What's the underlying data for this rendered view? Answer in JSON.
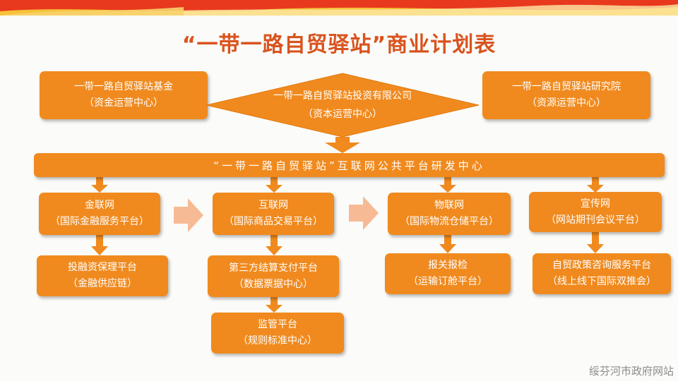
{
  "title": "“一带一路自贸驿站”商业计划表",
  "top_left": {
    "line1": "一带一路自贸驿站基金",
    "line2": "（资金运营中心）"
  },
  "top_center": {
    "line1": "一带一路自贸驿站投资有限公司",
    "line2": "（资本运营中心）"
  },
  "top_right": {
    "line1": "一带一路自贸驿站研究院",
    "line2": "（资源运营中心）"
  },
  "center_band": "“一带一路自贸驿站”互联网公共平台研发中心",
  "columns": [
    {
      "head1": "金联网",
      "head2": "（国际金融服务平台）",
      "children": [
        {
          "line1": "投融资保理平台",
          "line2": "（金融供应链）"
        }
      ]
    },
    {
      "head1": "互联网",
      "head2": "（国际商品交易平台）",
      "children": [
        {
          "line1": "第三方结算支付平台",
          "line2": "（数据票据中心）"
        },
        {
          "line1": "监管平台",
          "line2": "（规则标准中心）"
        }
      ]
    },
    {
      "head1": "物联网",
      "head2": "（国际物流仓储平台）",
      "children": [
        {
          "line1": "报关报检",
          "line2": "（运输订舱平台）"
        }
      ]
    },
    {
      "head1": "宣传网",
      "head2": "（网站期刊会议平台）",
      "children": [
        {
          "line1": "自贸政策咨询服务平台",
          "line2": "（线上线下国际双推会）"
        }
      ]
    }
  ],
  "watermark": "绥芬河市政府网站",
  "colors": {
    "box": "#f08a1e",
    "title": "#d9531e",
    "connector_arrow": "#f5b48a"
  }
}
